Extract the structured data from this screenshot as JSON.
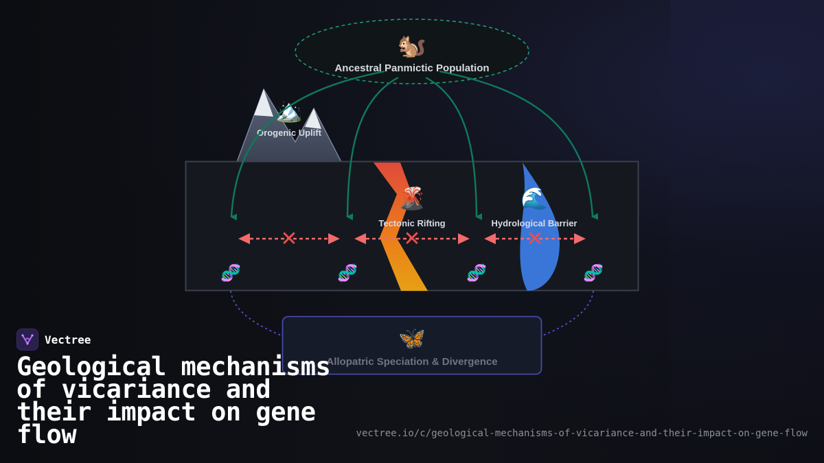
{
  "diagram": {
    "ancestral": {
      "icon": "🐿️",
      "icon_name": "squirrel-icon",
      "label": "Ancestral Panmictic Population"
    },
    "orogenic": {
      "icon": "🏔️",
      "icon_name": "mountain-icon",
      "label": "Orogenic Uplift"
    },
    "tectonic": {
      "icon": "🌋",
      "icon_name": "volcano-icon",
      "label": "Tectonic Rifting"
    },
    "hydro": {
      "icon": "🌊",
      "icon_name": "wave-icon",
      "label": "Hydrological Barrier"
    },
    "gene_icon": "🧬",
    "gene_icon_name": "dna-icon",
    "blocked_icon": "✕",
    "blocked_icon_name": "blocked-x-icon",
    "speciation": {
      "icon": "🦋",
      "icon_name": "butterfly-icon",
      "label": "Allopatric Speciation & Divergence"
    }
  },
  "brand": {
    "name": "Vectree",
    "logo_icon": "vectree-logo-icon"
  },
  "title": "Geological mechanisms of vicariance and their impact on gene flow",
  "url": "vectree.io/c/geological-mechanisms-of-vicariance-and-their-impact-on-gene-flow",
  "colors": {
    "green_arrow": "#0f7a5c",
    "red_arrow": "#f26b6b",
    "purple_dotted": "#5a55d6",
    "rift_top": "#e04a3a",
    "rift_bottom": "#e6a014",
    "river": "#3a76d8",
    "mountain": "#3f4a5e"
  }
}
